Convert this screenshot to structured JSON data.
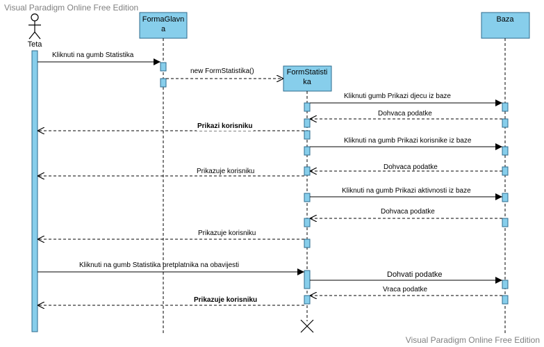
{
  "watermark_top": "Visual Paradigm Online Free Edition",
  "watermark_bottom": "Visual Paradigm Online Free Edition",
  "colors": {
    "box_fill": "#87CEEB",
    "box_border": "#2E6B8C",
    "activation_fill": "#87CEEB",
    "line": "#000000",
    "background": "#ffffff"
  },
  "actor": {
    "name": "Teta",
    "icon": "stick-figure-actor-icon"
  },
  "lifelines": {
    "forma_glavna": {
      "line1": "FormaGlavn",
      "line2": "a"
    },
    "forma_statistika": {
      "line1": "FormStatisti",
      "line2": "ka"
    },
    "baza": {
      "line1": "Baza"
    }
  },
  "messages": [
    {
      "id": "m1",
      "text": "Kliknuti na gumb Statistika",
      "kind": "sync",
      "bold": false
    },
    {
      "id": "m2",
      "text": "new FormStatistika()",
      "kind": "create",
      "bold": false
    },
    {
      "id": "m3",
      "text": "Kliknuti gumb Prikazi djecu iz baze",
      "kind": "sync",
      "bold": false
    },
    {
      "id": "m4",
      "text": "Dohvaca podatke",
      "kind": "return",
      "bold": false
    },
    {
      "id": "m5",
      "text": "Prikazi korisniku",
      "kind": "return",
      "bold": true
    },
    {
      "id": "m6",
      "text": "Kliknuti na gumb Prikazi korisnike iz baze",
      "kind": "sync",
      "bold": false
    },
    {
      "id": "m7",
      "text": "Dohvaca podatke",
      "kind": "return",
      "bold": false
    },
    {
      "id": "m8",
      "text": "Prikazuje korisniku",
      "kind": "return",
      "bold": false
    },
    {
      "id": "m9",
      "text": "Kliknuti na gumb Prikazi aktivnosti iz baze",
      "kind": "sync",
      "bold": false
    },
    {
      "id": "m10",
      "text": "Dohvaca podatke",
      "kind": "return",
      "bold": false
    },
    {
      "id": "m11",
      "text": "Prikazuje korisniku",
      "kind": "return",
      "bold": false
    },
    {
      "id": "m12",
      "text": "Kliknuti na gumb Statistika pretplatnika na obavijesti",
      "kind": "sync",
      "bold": false
    },
    {
      "id": "m13",
      "text": "Dohvati podatke",
      "kind": "sync",
      "bold": false
    },
    {
      "id": "m14",
      "text": "Vraca podatke",
      "kind": "return",
      "bold": false
    },
    {
      "id": "m15",
      "text": "Prikazuje korisniku",
      "kind": "return",
      "bold": true
    }
  ],
  "destroy_marker": "destroy-x-icon"
}
